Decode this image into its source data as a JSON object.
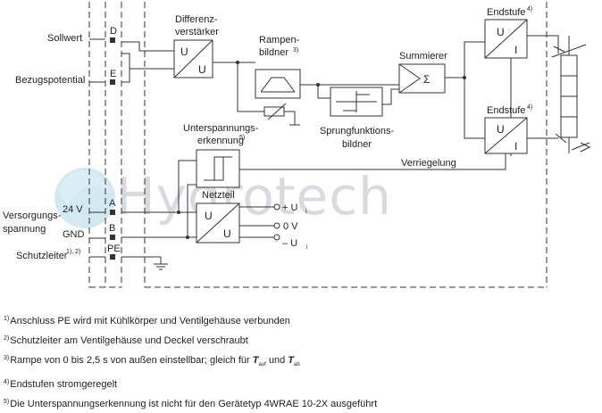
{
  "watermark": "Hydrotech",
  "inputs": {
    "sollwert": "Sollwert",
    "bezugspotential": "Bezugspotential",
    "versorgungsspannung_1": "Versorgungs-",
    "versorgungsspannung_2": "spannung",
    "v24": "24 V",
    "gnd": "GND",
    "schutzleiter": "Schutzleiter",
    "schutzleiter_sup": "1), 2)"
  },
  "pins": {
    "d": "D",
    "e": "E",
    "a": "A",
    "b": "B",
    "pe": "PE"
  },
  "blocks": {
    "differenzverstaerker_1": "Differenz-",
    "differenzverstaerker_2": "verstärker",
    "rampenbildner_1": "Rampen-",
    "rampenbildner_2": "bildner",
    "rampenbildner_sup": "3)",
    "summierer": "Summierer",
    "sigma": "Σ",
    "sprungfunktion_1": "Sprungfunktions-",
    "sprungfunktion_2": "bildner",
    "endstufe_top": "Endstufe",
    "endstufe_bottom": "Endstufe",
    "endstufe_sup": "4)",
    "unterspannung_1": "Unterspannungs-",
    "unterspannung_2": "erkennung",
    "unterspannung_sup": "5)",
    "netzteil": "Netzteil",
    "verriegelung": "Verriegelung",
    "u": "U",
    "i": "I"
  },
  "outputs": {
    "plus_ui": "+ U",
    "zero_v": "0 V",
    "minus_ui": "– U",
    "sub_i": "i"
  },
  "footnotes": [
    {
      "num": "1)",
      "text": "Anschluss PE wird mit Kühlkörper und Ventilgehäuse verbunden"
    },
    {
      "num": "2)",
      "text": "Schutzleiter am Ventilgehäuse und Deckel verschraubt"
    },
    {
      "num": "3)",
      "text_a": "Rampe von 0 bis 2,5 s von außen einstellbar; gleich für ",
      "t1": "T",
      "t1_sub": "auf",
      "mid": " und ",
      "t2": "T",
      "t2_sub": "ab"
    },
    {
      "num": "4)",
      "text": "Endstufen stromgeregelt"
    },
    {
      "num": "5)",
      "text": "Die Unterspannungserkennung ist nicht für den Gerätetyp 4WRAE 10-2X ausgeführt"
    }
  ]
}
